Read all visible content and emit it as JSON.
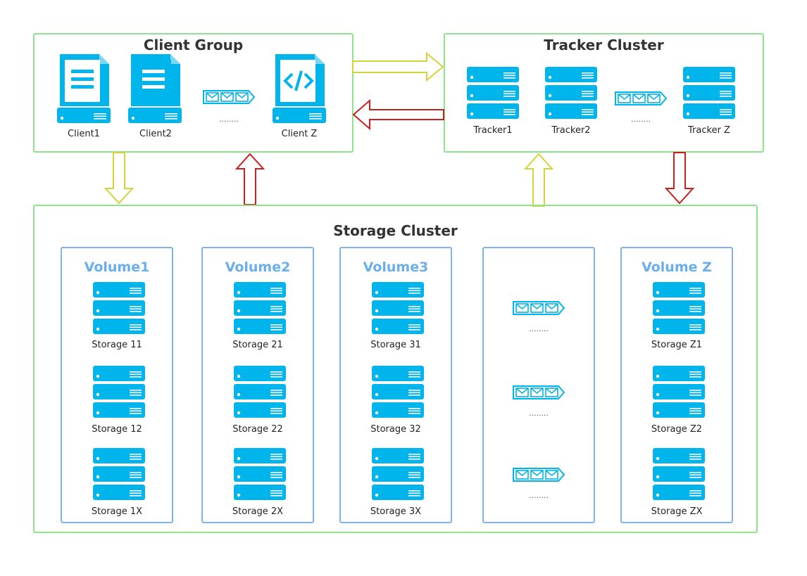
{
  "client_group": {
    "title": "Client Group",
    "clients": [
      {
        "label": "Client1",
        "icon": "document-icon"
      },
      {
        "label": "Client2",
        "icon": "document-icon"
      },
      {
        "label": "Client Z",
        "icon": "code-icon"
      }
    ],
    "ellipsis": "........"
  },
  "tracker_cluster": {
    "title": "Tracker Cluster",
    "trackers": [
      "Tracker1",
      "Tracker2",
      "Tracker Z"
    ],
    "ellipsis": "........"
  },
  "storage_cluster": {
    "title": "Storage Cluster",
    "volumes": [
      {
        "title": "Volume1",
        "storages": [
          "Storage 11",
          "Storage 12",
          "Storage 1X"
        ]
      },
      {
        "title": "Volume2",
        "storages": [
          "Storage 21",
          "Storage 22",
          "Storage 2X"
        ]
      },
      {
        "title": "Volume3",
        "storages": [
          "Storage 31",
          "Storage 32",
          "Storage 3X"
        ]
      },
      {
        "title": "Volume Z",
        "storages": [
          "Storage Z1",
          "Storage Z2",
          "Storage ZX"
        ]
      }
    ],
    "ellipsis": "........"
  },
  "colors": {
    "icon_blue": "#00b4ec",
    "box_green": "#8be68b",
    "column_blue": "#7fb3ea",
    "arrow_yellow": "#d6d23a",
    "arrow_red": "#c8201c"
  }
}
